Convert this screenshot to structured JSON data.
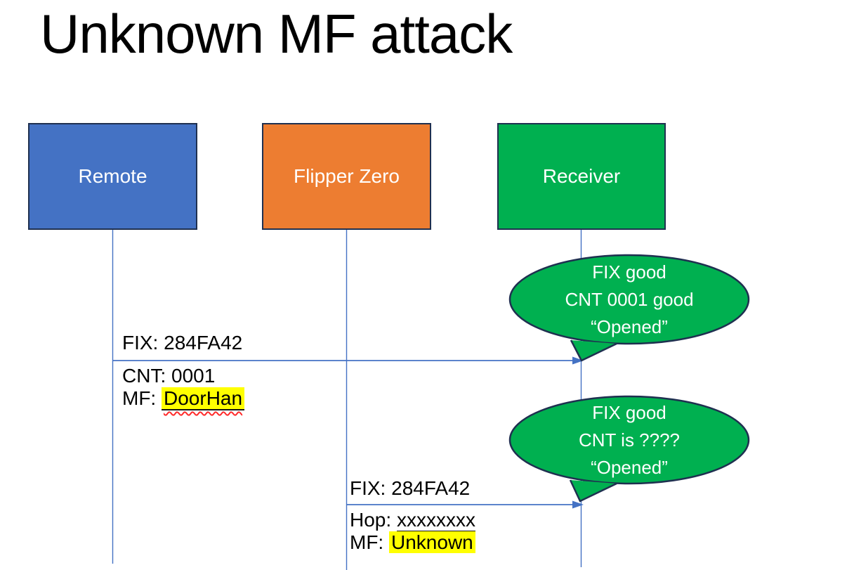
{
  "slide": {
    "title": "Unknown MF attack"
  },
  "actors": [
    {
      "id": "remote",
      "label": "Remote"
    },
    {
      "id": "flipper",
      "label": "Flipper Zero"
    },
    {
      "id": "receiver",
      "label": "Receiver"
    }
  ],
  "messages": [
    {
      "from": "Remote",
      "to": "Receiver",
      "line1": "FIX: 284FA42",
      "line2": "CNT: 0001",
      "line3_prefix": "MF: ",
      "line3_value": "DoorHan"
    },
    {
      "from": "Flipper Zero",
      "to": "Receiver",
      "line1": "FIX: 284FA42",
      "line2_prefix": "Hop: ",
      "line2_value": "xxxxxxxx",
      "line3_prefix": "MF: ",
      "line3_value": "Unknown"
    }
  ],
  "bubbles": [
    {
      "lines": [
        "FIX good",
        "CNT 0001 good",
        "“Opened”"
      ]
    },
    {
      "lines": [
        "FIX good",
        "CNT is ????",
        "“Opened”"
      ]
    }
  ],
  "colors": {
    "remote_fill": "#4472C4",
    "flipper_fill": "#ED7D31",
    "receiver_fill": "#00B050",
    "bubble_fill": "#00B050",
    "shape_border": "#1f3050",
    "connector": "#4472C4",
    "highlight": "#FFFF00",
    "spellcheck_wave": "#FF2A2A",
    "title_text": "#000000",
    "actor_text": "#FFFFFF"
  }
}
